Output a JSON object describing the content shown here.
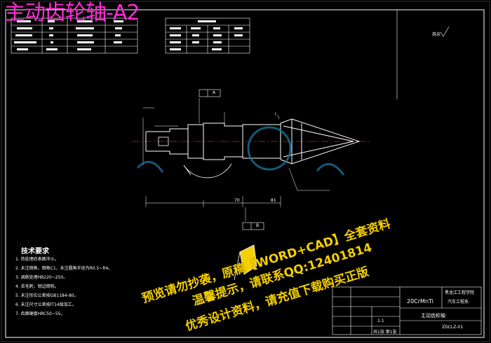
{
  "title": "主动齿轮轴-A2",
  "watermark": {
    "line1": "预览请勿抄袭，原稿【WORD+CAD】全套资料",
    "line2": "温馨提示，请联系QQ:12401814",
    "line3": "优秀设计资料，请充值下载购买正版"
  },
  "tech_requirements": {
    "heading": "技术要求",
    "items": [
      "1. 热处理后表面淬火。",
      "2. 未注倒角，倒角C1，未注圆角半径为R0.5~R4。",
      "3. 调质处理HB220~250。",
      "4. 去毛刺，锐边倒钝。",
      "5. 未注形位公差按GB1184-80。",
      "6. 未注尺寸公差按IT14级加工。",
      "7. 齿面硬度HRC50~55。"
    ]
  },
  "annotations": {
    "roughness_top_right": "其余",
    "datum_a": "A",
    "datum_b": "B",
    "dim_70": "70",
    "dim_81": "81",
    "label_i": "I"
  },
  "title_block": {
    "material": "20CrMnTi",
    "school": "黑龙江工程学院",
    "dept": "汽车工程系",
    "part_name": "主动齿轮轴",
    "drawing_no": "ZDCLZ-01",
    "scale": "1:1",
    "sheet": "共1张 第1张"
  },
  "colors": {
    "title": "#ff2bd6",
    "watermark": "#f5d000",
    "lines": "#ffffff",
    "background": "#000000"
  }
}
